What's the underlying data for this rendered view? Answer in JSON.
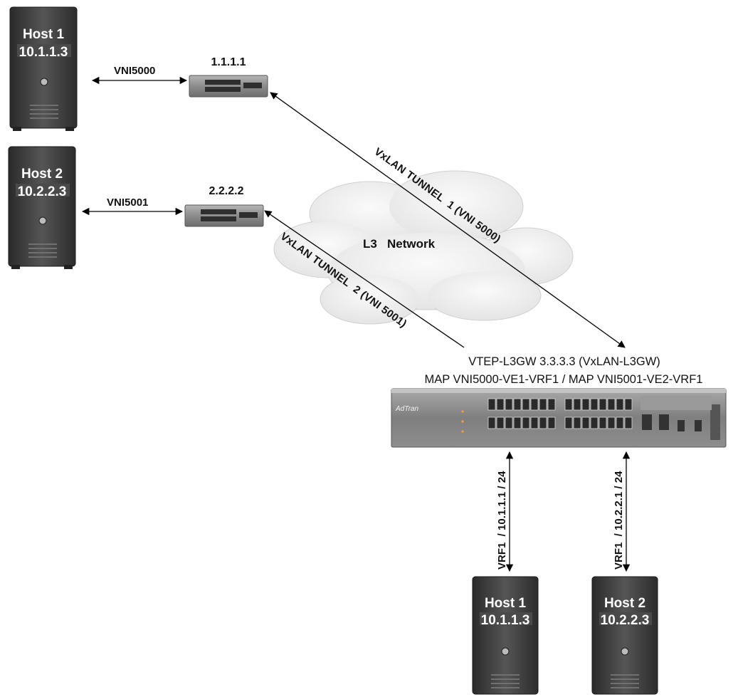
{
  "hosts": {
    "left_top": {
      "name": "Host 1",
      "ip": "10.1.1.3"
    },
    "left_mid": {
      "name": "Host 2",
      "ip": "10.2.2.3"
    },
    "bottom_left": {
      "name": "Host 1",
      "ip": "10.1.1.3"
    },
    "bottom_right": {
      "name": "Host 2",
      "ip": "10.2.2.3"
    }
  },
  "switches": {
    "vtep1": {
      "ip": "1.1.1.1"
    },
    "vtep2": {
      "ip": "2.2.2.2"
    }
  },
  "links": {
    "vni_top": "VNI5000",
    "vni_mid": "VNI5001",
    "tunnel1": "VxLAN TUNNEL  1 (VNI 5000)",
    "tunnel2": "VxLAN TUNNEL  2 (VNI 5001)",
    "vrf_left": "VRF1  / 10.1.1.1 / 24",
    "vrf_right": "VRF1  / 10.2.2.1 / 24"
  },
  "cloud": {
    "label": "L3   Network"
  },
  "gateway": {
    "title": "VTEP-L3GW 3.3.3.3 (VxLAN-L3GW)",
    "mapping": "MAP VNI5000-VE1-VRF1 / MAP VNI5001-VE2-VRF1",
    "brand": "AdTran"
  },
  "colors": {
    "server_body": "#3a3a3a",
    "switch_body": "#8e8e8e",
    "cloud": "#eeeeee"
  }
}
